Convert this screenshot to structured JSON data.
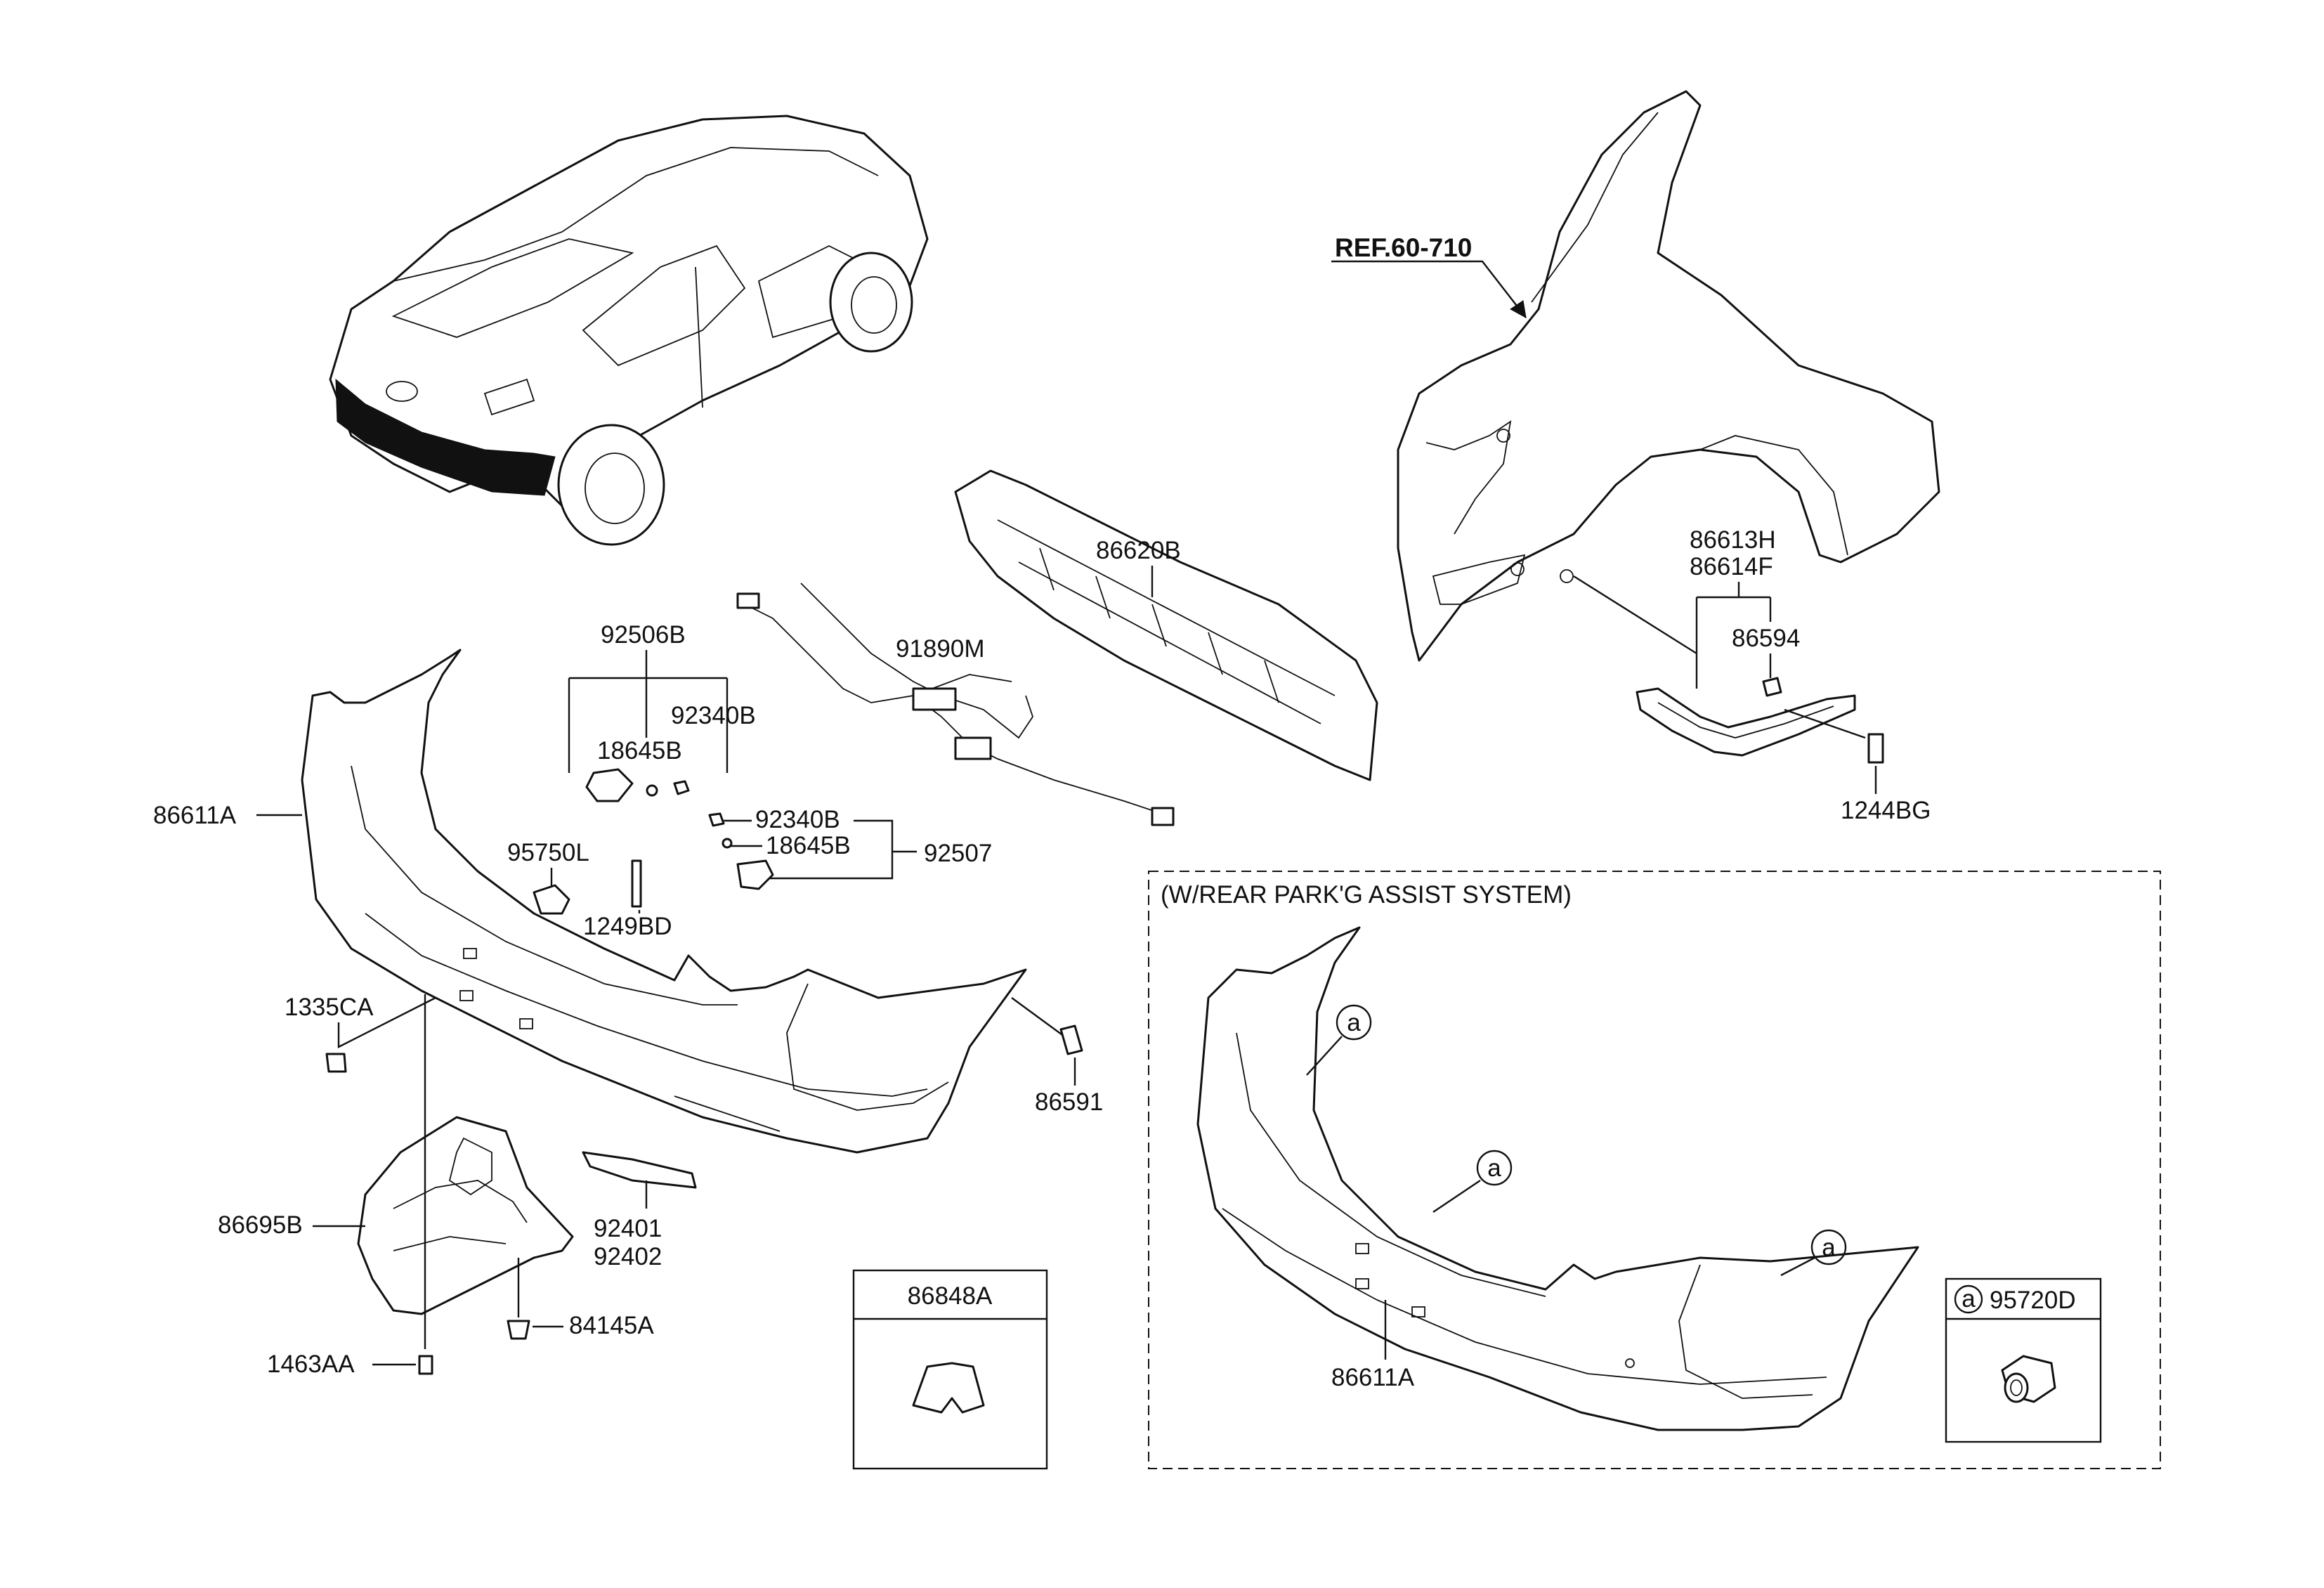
{
  "reference": "REF.60-710",
  "labels": {
    "p86620B": "86620B",
    "p92506B": "92506B",
    "p91890M": "91890M",
    "p92340B_top": "92340B",
    "p18645B_top": "18645B",
    "p86611A": "86611A",
    "p92340B_mid": "92340B",
    "p18645B_mid": "18645B",
    "p92507": "92507",
    "p95750L": "95750L",
    "p1249BD": "1249BD",
    "p1335CA": "1335CA",
    "p86591": "86591",
    "p86695B": "86695B",
    "p92401": "92401",
    "p92402": "92402",
    "p84145A": "84145A",
    "p1463AA": "1463AA",
    "p86613H": "86613H",
    "p86614F": "86614F",
    "p86594": "86594",
    "p1244BG": "1244BG"
  },
  "clip_box": {
    "part": "86848A"
  },
  "variant": {
    "title": "(W/REAR PARK'G ASSIST SYSTEM)",
    "bumper_label": "86611A",
    "callout_letter": "a",
    "legend_letter": "a",
    "legend_part": "95720D"
  },
  "colors": {
    "line": "#111111",
    "background": "#ffffff",
    "highlight": "#000000"
  }
}
